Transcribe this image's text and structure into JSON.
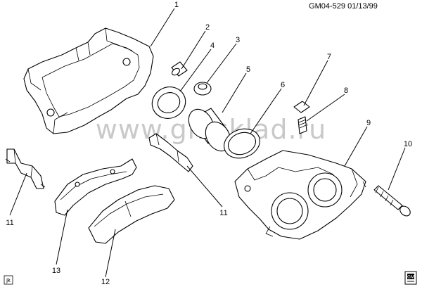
{
  "header": {
    "code": "GM04-529  01/13/99"
  },
  "watermark": "www.gmsklad.ru",
  "corner_tag": "jk",
  "logo_text": "GM",
  "callouts": [
    "1",
    "2",
    "4",
    "3",
    "5",
    "6",
    "7",
    "8",
    "9",
    "10",
    "11",
    "11",
    "13",
    "12"
  ]
}
